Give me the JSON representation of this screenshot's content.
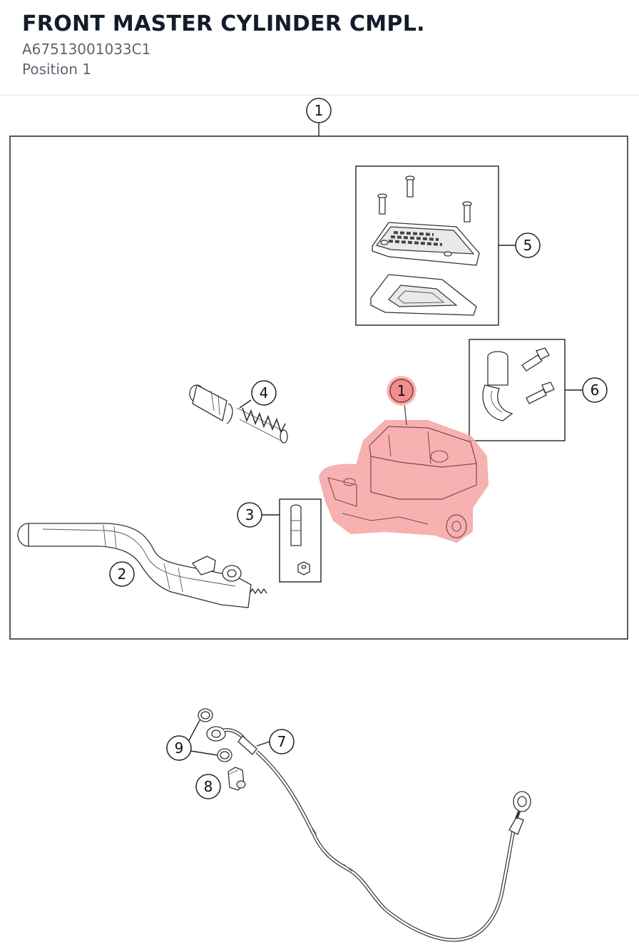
{
  "header": {
    "title": "FRONT MASTER CYLINDER CMPL.",
    "part_number": "A67513001033C1",
    "position": "Position 1"
  },
  "diagram": {
    "highlight_color": "#f7a3a3",
    "highlight_callout_color": "#f08e8e",
    "callouts": {
      "assembly": "1",
      "housing": "1",
      "lever": "2",
      "pin_kit": "3",
      "piston_kit": "4",
      "reservoir_cover_kit": "5",
      "clamp_kit": "6",
      "brake_line": "7",
      "banjo_bolt": "8",
      "seal_rings": "9"
    }
  }
}
